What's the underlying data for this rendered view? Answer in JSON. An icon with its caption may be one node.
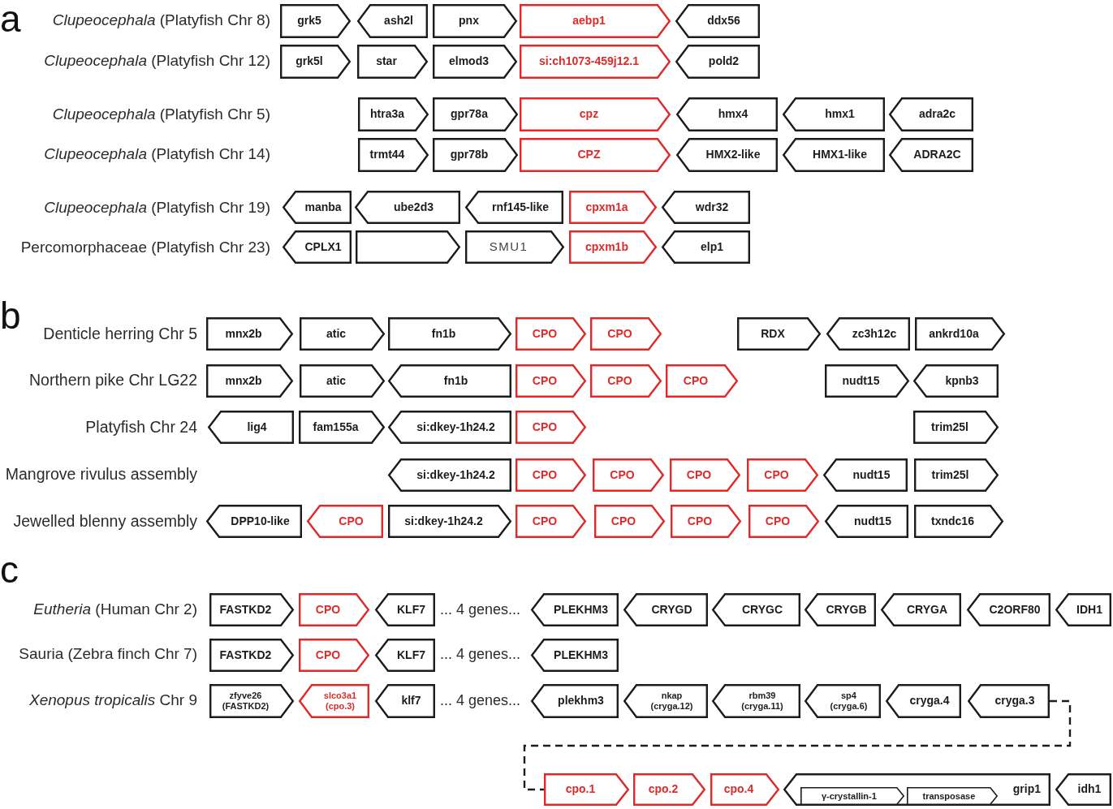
{
  "diagram": {
    "nodes": [
      {
        "text": [
          "grk5"
        ]
      },
      {
        "text": [
          "ash2l"
        ]
      },
      {
        "text": [
          "pnx"
        ]
      },
      {
        "text": [
          "aebp1"
        ]
      },
      {
        "text": [
          "ddx56"
        ]
      },
      {
        "text": [
          "grk5l"
        ]
      },
      {
        "text": [
          "star"
        ]
      },
      {
        "text": [
          "elmod3"
        ]
      },
      {
        "text": [
          "si:ch1073-459j12.1"
        ]
      },
      {
        "text": [
          "pold2"
        ]
      },
      {
        "text": [
          "htra3a"
        ]
      },
      {
        "text": [
          "gpr78a"
        ]
      },
      {
        "text": [
          "cpz"
        ]
      },
      {
        "text": [
          "hmx4"
        ]
      },
      {
        "text": [
          "hmx1"
        ]
      },
      {
        "text": [
          "adra2c"
        ]
      },
      {
        "text": [
          "trmt44"
        ]
      },
      {
        "text": [
          "gpr78b"
        ]
      },
      {
        "text": [
          "CPZ"
        ]
      },
      {
        "text": [
          "HMX2-like"
        ]
      },
      {
        "text": [
          "HMX1-like"
        ]
      },
      {
        "text": [
          "ADRA2C"
        ]
      },
      {
        "text": [
          "manba"
        ]
      },
      {
        "text": [
          "ube2d3"
        ]
      },
      {
        "text": [
          "rnf145-like"
        ]
      },
      {
        "text": [
          "cpxm1a"
        ]
      },
      {
        "text": [
          "wdr32"
        ]
      },
      {
        "text": [
          "CPLX1"
        ]
      },
      {
        "text": [],
        "shape": "box"
      },
      {
        "text": [
          "SMU1"
        ]
      },
      {
        "text": [
          "cpxm1b"
        ]
      },
      {
        "text": [
          "elp1"
        ]
      },
      {
        "text": [
          "mnx2b"
        ]
      },
      {
        "text": [
          "atic"
        ]
      },
      {
        "text": [
          "fn1b"
        ]
      },
      {
        "text": [
          "CPO"
        ]
      },
      {
        "text": [
          "CPO"
        ]
      },
      {
        "text": [
          "RDX"
        ]
      },
      {
        "text": [
          "zc3h12c"
        ]
      },
      {
        "text": [
          "ankrd10a"
        ]
      },
      {
        "text": [
          "mnx2b"
        ]
      },
      {
        "text": [
          "atic"
        ]
      },
      {
        "text": [
          "fn1b"
        ]
      },
      {
        "text": [
          "CPO"
        ]
      },
      {
        "text": [
          "CPO"
        ]
      },
      {
        "text": [
          "CPO"
        ]
      },
      {
        "text": [
          "nudt15"
        ]
      },
      {
        "text": [
          "kpnb3"
        ]
      },
      {
        "text": [
          "lig4"
        ]
      },
      {
        "text": [
          "fam155a"
        ]
      },
      {
        "text": [
          "si:dkey-1h24.2"
        ]
      },
      {
        "text": [
          "CPO"
        ]
      },
      {
        "text": [
          "trim25l"
        ]
      },
      {
        "text": [
          "si:dkey-1h24.2"
        ]
      },
      {
        "text": [
          "CPO"
        ]
      },
      {
        "text": [
          "CPO"
        ]
      },
      {
        "text": [
          "CPO"
        ]
      },
      {
        "text": [
          "CPO"
        ]
      },
      {
        "text": [
          "nudt15"
        ]
      },
      {
        "text": [
          "trim25l"
        ]
      },
      {
        "text": [
          "DPP10-like"
        ]
      },
      {
        "text": [
          "CPO"
        ]
      },
      {
        "text": [
          "si:dkey-1h24.2"
        ]
      },
      {
        "text": [
          "CPO"
        ]
      },
      {
        "text": [
          "CPO"
        ]
      },
      {
        "text": [
          "CPO"
        ]
      },
      {
        "text": [
          "CPO"
        ]
      },
      {
        "text": [
          "nudt15"
        ]
      },
      {
        "text": [
          "txndc16"
        ]
      },
      {
        "text": [
          "FASTKD2"
        ]
      },
      {
        "text": [
          "CPO"
        ]
      },
      {
        "text": [
          "KLF7"
        ]
      },
      {
        "text": [
          "PLEKHM3"
        ]
      },
      {
        "text": [
          "CRYGD"
        ]
      },
      {
        "text": [
          "CRYGC"
        ]
      },
      {
        "text": [
          "CRYGB"
        ]
      },
      {
        "text": [
          "CRYGA"
        ]
      },
      {
        "text": [
          "C2ORF80"
        ]
      },
      {
        "text": [
          "IDH1"
        ]
      },
      {
        "text": [
          "FASTKD2"
        ]
      },
      {
        "text": [
          "CPO"
        ]
      },
      {
        "text": [
          "KLF7"
        ]
      },
      {
        "text": [
          "PLEKHM3"
        ]
      },
      {
        "text": [
          "zfyve26 (FASTKD2)"
        ]
      },
      {
        "text": [
          "slco3a1 (cpo.3)"
        ]
      },
      {
        "text": [
          "klf7"
        ]
      },
      {
        "text": [
          "plekhm3"
        ]
      },
      {
        "text": [
          "nkap (cryga.12)"
        ]
      },
      {
        "text": [
          "rbm39 (cryga.11)"
        ]
      },
      {
        "text": [
          "sp4 (cryga.6)"
        ]
      },
      {
        "text": [
          "cryga.4"
        ]
      },
      {
        "text": [
          "cryga.3"
        ]
      },
      {
        "text": [
          "cpo.1"
        ]
      },
      {
        "text": [
          "cpo.2"
        ]
      },
      {
        "text": [
          "cpo.4"
        ]
      },
      {
        "text": [
          "grip1"
        ]
      },
      {
        "text": [
          "γ-crystallin-1"
        ],
        "in": 95
      },
      {
        "text": [
          "transposase"
        ],
        "in": 95
      },
      {
        "text": [
          "idh1"
        ]
      }
    ],
    "edges": [
      {
        "from": 91,
        "to": 92,
        "arrow": "none",
        "style": "dashed"
      }
    ],
    "labels": [
      "a",
      "*Clupeocephala* (Platyfish Chr 8)",
      "*Clupeocephala* (Platyfish Chr 12)",
      "*Clupeocephala* (Platyfish Chr 5)",
      "*Clupeocephala* (Platyfish Chr 14)",
      "*Clupeocephala* (Platyfish Chr 19)",
      "Percomorphaceae (Platyfish Chr 23)",
      "b",
      "Denticle herring Chr 5",
      "Northern pike Chr LG22",
      "Platyfish Chr 24",
      "Mangrove rivulus assembly",
      "Jewelled blenny assembly",
      "c",
      "*Eutheria* (Human Chr 2)",
      "... 4 genes...",
      "Sauria (Zebra finch Chr 7)",
      "... 4 genes...",
      "*Xenopus tropicalis* Chr 9",
      "... 4 genes..."
    ]
  }
}
